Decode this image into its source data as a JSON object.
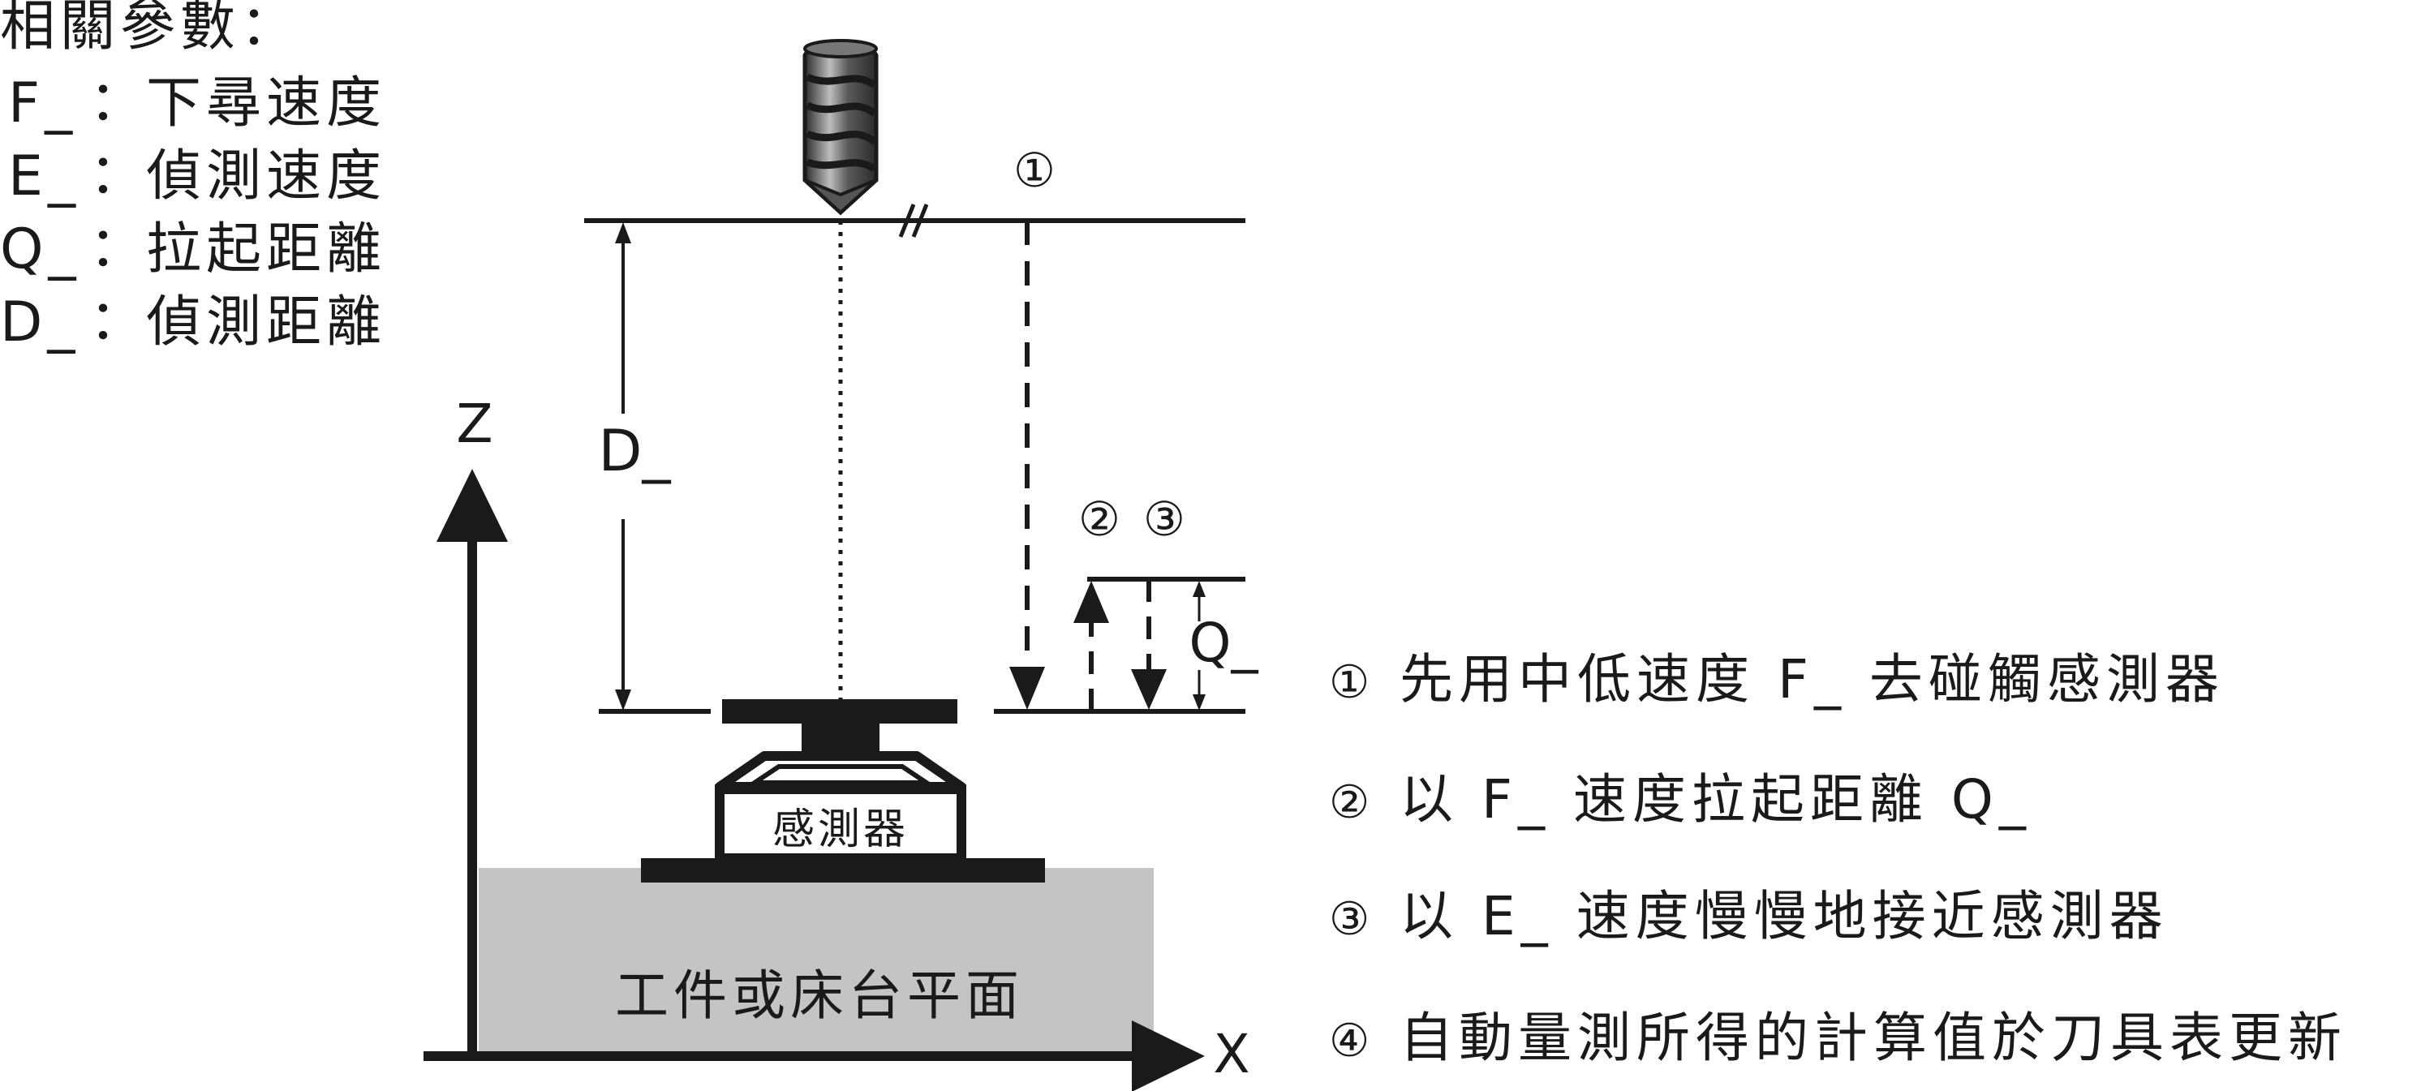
{
  "params": {
    "title": "相關參數：",
    "items": [
      {
        "code": "F_",
        "sep": "：",
        "desc": "下尋速度"
      },
      {
        "code": "E_",
        "sep": "：",
        "desc": "偵測速度"
      },
      {
        "code": "Q_",
        "sep": "：",
        "desc": "拉起距離"
      },
      {
        "code": "D_",
        "sep": "：",
        "desc": "偵測距離"
      }
    ]
  },
  "axes": {
    "z": "Z",
    "x": "X"
  },
  "labels": {
    "d": "D_",
    "q": "Q_",
    "step1_marker": "①",
    "step2_marker": "②",
    "step3_marker": "③",
    "sensor": "感測器",
    "workpiece": "工件或床台平面"
  },
  "steps": [
    {
      "num": "①",
      "text": "先用中低速度 F_ 去碰觸感測器"
    },
    {
      "num": "②",
      "text": "以 F_ 速度拉起距離 Q_"
    },
    {
      "num": "③",
      "text": "以 E_ 速度慢慢地接近感測器"
    },
    {
      "num": "④",
      "text": "自動量測所得的計算值於刀具表更新"
    }
  ],
  "colors": {
    "ink": "#1a1a1a",
    "surface": "#c4c4c4",
    "tool_dark": "#3a3a3a",
    "tool_light": "#9a9a9a"
  }
}
